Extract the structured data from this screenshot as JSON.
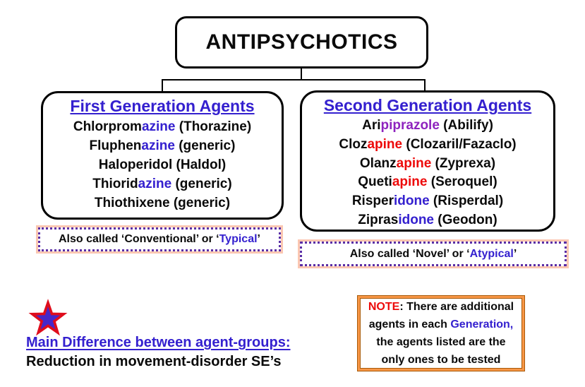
{
  "title": "ANTIPSYCHOTICS",
  "colors": {
    "highlight_blue": "#3420CF",
    "highlight_purple": "#8E23BE",
    "highlight_red": "#ED0A0A",
    "dotted_border_purple": "#5A2EA6",
    "dotted_glow_pink": "#FBC7B2",
    "note_border_orange": "#F79646",
    "star_red": "#DF0D1C",
    "star_blue": "#4628C9"
  },
  "first_gen": {
    "title": "First Generation Agents",
    "drugs": [
      {
        "pre": "Chlorprom",
        "hl": "azine",
        "hl_color": "blue",
        "post": " (Thorazine)"
      },
      {
        "pre": "Fluphen",
        "hl": "azine",
        "hl_color": "blue",
        "post": " (generic)"
      },
      {
        "pre": "Haloperidol (Haldol)",
        "hl": "",
        "hl_color": "",
        "post": ""
      },
      {
        "pre": "Thiorid",
        "hl": "azine",
        "hl_color": "blue",
        "post": " (generic)"
      },
      {
        "pre": "Thiothixene (generic)",
        "hl": "",
        "hl_color": "",
        "post": ""
      }
    ],
    "also_called": {
      "pre": "Also called ‘Conventional’ or ‘",
      "hl": "Typical",
      "hl_color": "blue",
      "post": "’"
    }
  },
  "second_gen": {
    "title": "Second Generation Agents",
    "drugs": [
      {
        "pre": "Ari",
        "hl": "piprazole",
        "hl_color": "purple",
        "post": " (Abilify)"
      },
      {
        "pre": "Cloz",
        "hl": "apine",
        "hl_color": "red",
        "post": " (Clozaril/Fazaclo)"
      },
      {
        "pre": "Olanz",
        "hl": "apine",
        "hl_color": "red",
        "post": " (Zyprexa)"
      },
      {
        "pre": "Queti",
        "hl": "apine",
        "hl_color": "red",
        "post": " (Seroquel)"
      },
      {
        "pre": "Risper",
        "hl": "idone",
        "hl_color": "blue",
        "post": " (Risperdal)"
      },
      {
        "pre": "Zipras",
        "hl": "idone",
        "hl_color": "blue",
        "post": " (Geodon)"
      }
    ],
    "also_called": {
      "pre": "Also called ‘Novel’ or ‘",
      "hl": "Atypical",
      "hl_color": "blue",
      "post": "’"
    }
  },
  "footer": {
    "star_icon": "star-icon",
    "heading": "Main Difference between agent-groups:",
    "subtext": "Reduction in movement-disorder SE’s"
  },
  "note": {
    "line1": {
      "pre": "",
      "hl": "NOTE",
      "hl_color": "red",
      "post": ": There are additional"
    },
    "line2": {
      "pre": "agents in each ",
      "hl": "Generation,",
      "hl_color": "blue",
      "post": ""
    },
    "line3": "the agents listed are the",
    "line4": "only ones to be tested"
  }
}
